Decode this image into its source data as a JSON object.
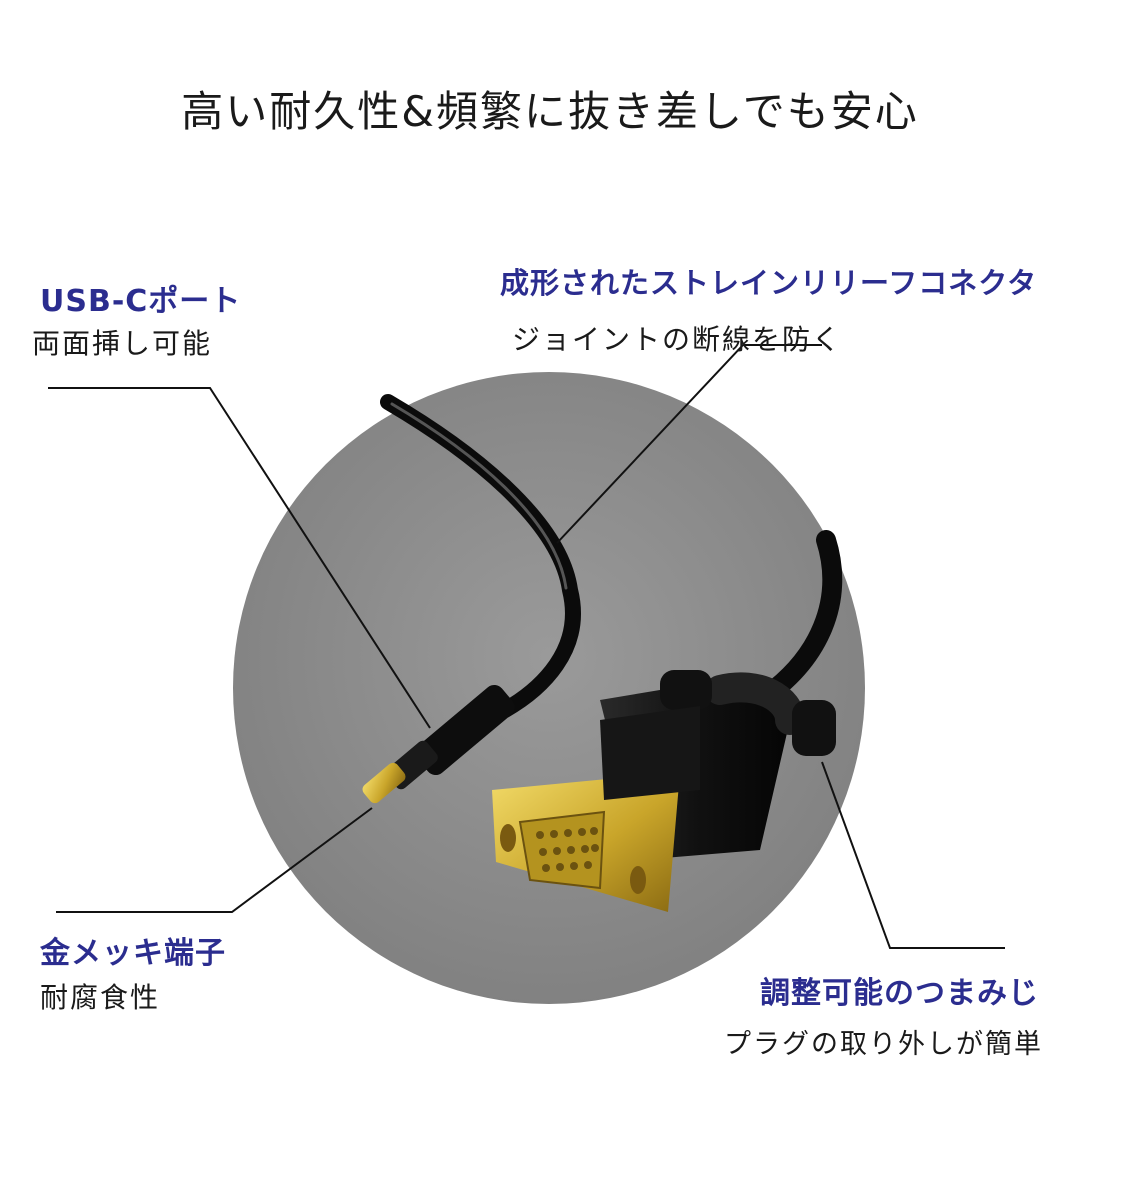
{
  "headline": "高い耐久性&頻繁に抜き差しでも安心",
  "colors": {
    "accent_text": "#2b2d8f",
    "circle_bg": "#8e8e8e",
    "cable": "#0d0d0d",
    "gold": "#d8b93a",
    "leader_line": "#111111"
  },
  "callouts": {
    "usb_c": {
      "title": "USB-Cポート",
      "subtitle": "両面挿し可能"
    },
    "strain_relief": {
      "title": "成形されたストレインリリーフコネクタ",
      "subtitle": "ジョイントの断線を防く"
    },
    "gold_plating": {
      "title": "金メッキ端子",
      "subtitle": "耐腐食性"
    },
    "thumbscrew": {
      "title": "調整可能のつまみじ",
      "subtitle": "プラグの取り外しが簡単"
    }
  }
}
